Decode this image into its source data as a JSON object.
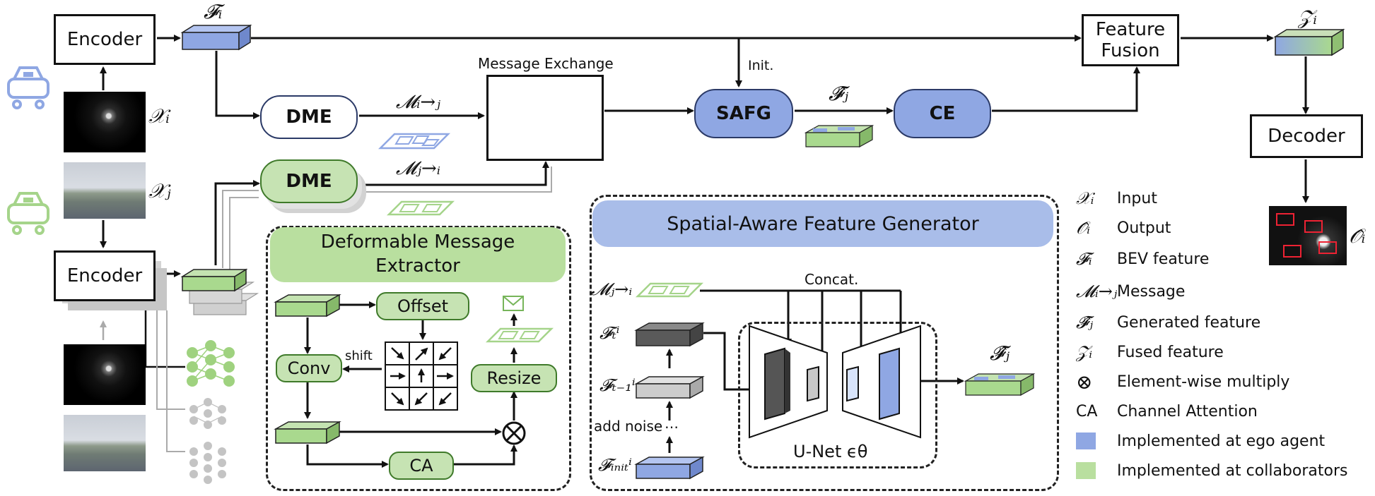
{
  "blocks": {
    "encoder_top": "Encoder",
    "encoder_bottom": "Encoder",
    "dme_top": "DME",
    "dme_bottom": "DME",
    "safg": "SAFG",
    "ce": "CE",
    "feature_fusion": "Feature\nFusion",
    "decoder": "Decoder",
    "message_exchange": "Message Exchange",
    "init": "Init."
  },
  "symbols": {
    "F_i": "𝓕ᵢ",
    "Z_i": "𝒵ᵢ",
    "X_i": "𝒳ᵢ",
    "X_j": "𝒳ⱼ",
    "M_ij": "𝓜ᵢ→ⱼ",
    "M_ji": "𝓜ⱼ→ᵢ",
    "F_hat_j": "𝓕̂ⱼ",
    "O_hat_i": "𝒪̂ᵢ"
  },
  "dme_panel": {
    "title_line1": "Deformable Message",
    "title_line2": "Extractor",
    "offset": "Offset",
    "conv": "Conv",
    "shift": "shift",
    "resize": "Resize",
    "ca": "CA"
  },
  "safg_panel": {
    "title": "Spatial-Aware Feature Generator",
    "m_ji": "𝓜ⱼ→ᵢ",
    "f_t": "𝓕ₜⁱ",
    "f_t1": "𝓕ₜ₋₁ⁱ",
    "add_noise": "add  noise",
    "f_init": "𝓕ᵢₙᵢₜⁱ",
    "concat": "Concat.",
    "unet": "U-Net ϵθ",
    "f_hat_j": "𝓕̂ⱼ"
  },
  "legend": [
    {
      "symbol": "𝒳ᵢ",
      "text": "Input"
    },
    {
      "symbol": "𝒪̂ᵢ",
      "text": "Output"
    },
    {
      "symbol": "𝓕ᵢ",
      "text": "BEV feature"
    },
    {
      "symbol": "𝓜ᵢ→ⱼ",
      "text": "Message"
    },
    {
      "symbol": "𝓕̂ⱼ",
      "text": "Generated feature"
    },
    {
      "symbol": "𝒵ᵢ",
      "text": "Fused feature"
    },
    {
      "symbol": "⊗",
      "text": "Element-wise multiply"
    },
    {
      "symbol": "CA",
      "text": "Channel Attention"
    },
    {
      "symbol": "",
      "text": "Implemented at ego agent",
      "color": "#8fa7e3"
    },
    {
      "symbol": "",
      "text": "Implemented at collaborators",
      "color": "#b9df9f"
    }
  ],
  "colors": {
    "ego": "#8fa7e3",
    "collaborator": "#b9df9f",
    "gray_feature": "#5a5a5a"
  }
}
